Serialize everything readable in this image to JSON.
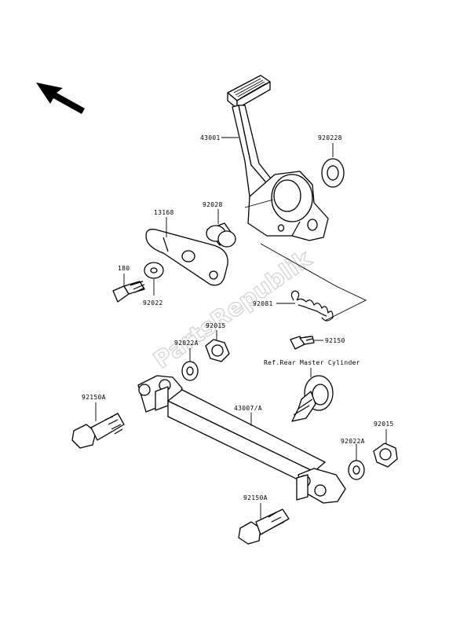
{
  "watermark": "PartsRepublik",
  "labels": {
    "pedal": "43001",
    "washer_right": "920228",
    "sleeve": "92028",
    "plate": "13168",
    "bolt_small": "180",
    "washer_small": "92022",
    "spring": "92081",
    "bolt_mid": "92150",
    "nut_upper": "92015",
    "washer_upper": "92022A",
    "ref_note": "Ref.Rear Master Cylinder",
    "rod": "43007/A",
    "bolt_left": "92150A",
    "washer_lower": "92022A",
    "nut_lower": "92015",
    "bolt_bottom": "92150A"
  }
}
